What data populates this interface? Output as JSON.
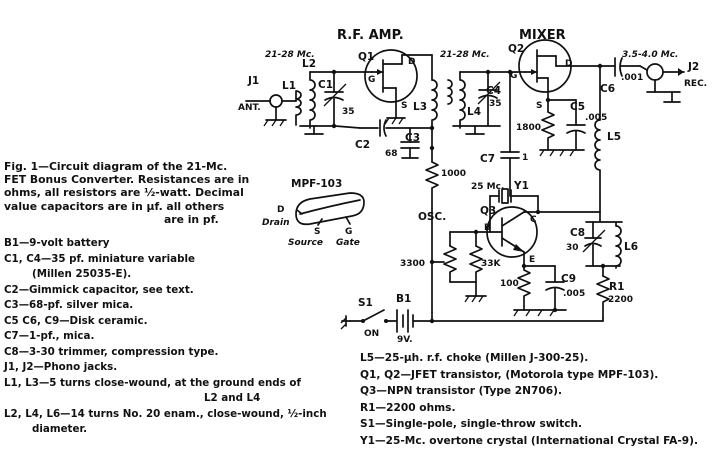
{
  "headings": {
    "rf_amp": "R.F. AMP.",
    "mixer": "MIXER",
    "osc": "OSC."
  },
  "freq": {
    "in1": "21-28 Mc.",
    "in2": "21-28 Mc.",
    "out": "3.5-4.0 Mc.",
    "xtal": "25 Mc."
  },
  "connectors": {
    "j1": "J1",
    "ant": "ANT.",
    "j2": "J2",
    "rec": "REC."
  },
  "parts": {
    "l1": "L1",
    "l2": "L2",
    "l3": "L3",
    "l4": "L4",
    "l5": "L5",
    "l6": "L6",
    "c1": "C1",
    "c2": "C2",
    "c3": "C3",
    "c4": "C4",
    "c5": "C5",
    "c6": "C6",
    "c7": "C7",
    "c8": "C8",
    "c9": "C9",
    "q1": "Q1",
    "q2": "Q2",
    "q3": "Q3",
    "y1": "Y1",
    "r1": "R1",
    "s1": "S1",
    "b1": "B1"
  },
  "values": {
    "c1": "35",
    "c4": "35",
    "c3": "68",
    "c5": ".005",
    "c6": ".001",
    "c7": "1",
    "c8": "30",
    "c9": ".005",
    "r_mix": "1800",
    "r_1000": "1000",
    "r_3300": "3300",
    "r_33k": "33K",
    "r_100": "100",
    "r1": "2200",
    "batt": "9V.",
    "on": "ON"
  },
  "pins": {
    "g1": "G",
    "d1": "D",
    "s1": "S",
    "g2": "G",
    "d2": "D",
    "s2": "S",
    "b3": "B",
    "c3": "C",
    "e3": "E"
  },
  "fet": {
    "title": "MPF-103",
    "drain": "Drain",
    "source": "Source",
    "gate": "Gate",
    "d": "D",
    "s": "S",
    "g": "G"
  },
  "caption": [
    "Fig. 1—Circuit diagram of the 21-Mc.",
    "FET Bonus Converter. Resistances are in",
    "ohms, all resistors are ½-watt. Decimal",
    "value capacitors are in µf. all others",
    "are in pf."
  ],
  "legend_left": [
    "B1—9-volt battery",
    "C1, C4—35 pf. miniature variable",
    "(Millen 25035-E).",
    "C2—Gimmick capacitor, see text.",
    "C3—68-pf. silver mica.",
    "C5 C6, C9—Disk ceramic.",
    "C7—1-pf., mica.",
    "C8—3-30 trimmer, compression type.",
    "J1, J2—Phono jacks.",
    "L1, L3—5 turns close-wound, at the ground ends of",
    "L2 and L4",
    "L2, L4, L6—14 turns No. 20 enam., close-wound, ½-inch",
    "diameter."
  ],
  "legend_right": [
    "L5—25-µh. r.f. choke (Millen J-300-25).",
    "Q1, Q2—JFET transistor, (Motorola type MPF-103).",
    "Q3—NPN transistor (Type 2N706).",
    "R1—2200 ohms.",
    "S1—Single-pole, single-throw switch.",
    "Y1—25-Mc. overtone crystal (International Crystal FA-9)."
  ]
}
